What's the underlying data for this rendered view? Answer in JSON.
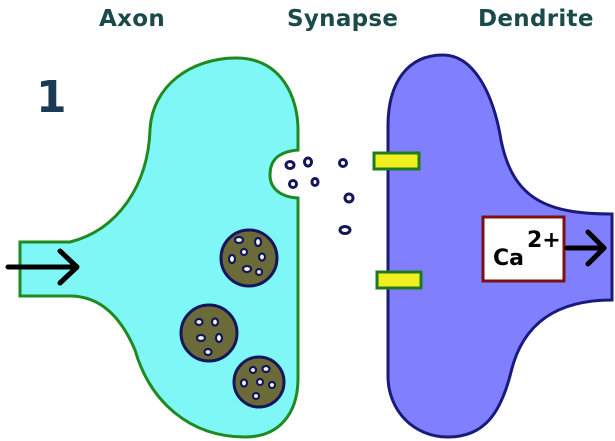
{
  "headers": {
    "axon": "Axon",
    "synapse": "Synapse",
    "dendrite": "Dendrite"
  },
  "step_number": "1",
  "calcium_box": {
    "symbol": "Ca",
    "charge": "2+"
  },
  "colors": {
    "axon_fill": "#80f7f7",
    "axon_stroke": "#1f8a1f",
    "dendrite_fill": "#8080ff",
    "dendrite_stroke": "#1a1a7a",
    "receptor_fill": "#f0f020",
    "receptor_stroke": "#1f7a1f",
    "vesicle_fill": "#6b6b3a",
    "vesicle_stroke": "#15155a",
    "calcium_box_stroke": "#7a1010",
    "header_text": "#1a4a4a"
  },
  "icons": [
    "arrow-right-icon",
    "arrow-right-icon"
  ]
}
